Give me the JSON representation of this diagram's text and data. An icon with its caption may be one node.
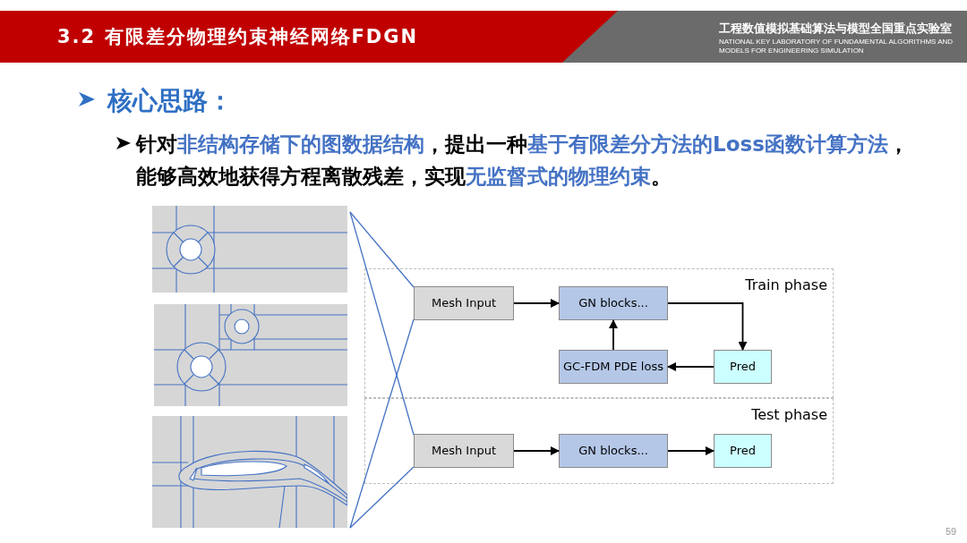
{
  "diagram": {
    "title": "3.2 有限差分物理约束神经网络FDGN",
    "nodes": [
      {
        "text": [],
        "shape": "picture"
      },
      {
        "text": [],
        "shape": "picture"
      },
      {
        "text": [],
        "shape": "picture"
      },
      {
        "text": [
          "Train phase"
        ]
      },
      {
        "text": [
          "Mesh Input"
        ],
        "in": 3
      },
      {
        "text": [
          "GN blocks..."
        ],
        "in": 3
      },
      {
        "text": [
          "GC-FDM PDE loss"
        ],
        "in": 3
      },
      {
        "text": [
          "Pred"
        ],
        "in": 3
      },
      {
        "text": [
          "Test phase"
        ]
      },
      {
        "text": [
          "Mesh Input"
        ],
        "in": 8
      },
      {
        "text": [
          "GN blocks..."
        ],
        "in": 8
      },
      {
        "text": [
          "Pred"
        ],
        "in": 8
      }
    ],
    "edges": [
      {
        "from": 4,
        "to": 5,
        "arrow": "to"
      },
      {
        "from": 5,
        "to": 7,
        "arrow": "to"
      },
      {
        "from": 7,
        "to": 6,
        "arrow": "to"
      },
      {
        "from": 6,
        "to": 5,
        "arrow": "to"
      },
      {
        "from": 9,
        "to": 10,
        "arrow": "to"
      },
      {
        "from": 10,
        "to": 11,
        "arrow": "to"
      },
      {
        "from": 0,
        "to": 4,
        "arrow": "none",
        "color": "#4472c4"
      },
      {
        "from": 0,
        "to": 9,
        "arrow": "none",
        "color": "#4472c4"
      },
      {
        "from": 2,
        "to": 4,
        "arrow": "none",
        "color": "#4472c4"
      },
      {
        "from": 2,
        "to": 9,
        "arrow": "none",
        "color": "#4472c4"
      }
    ],
    "labels": [
      "工程数值模拟基础算法与模型全国重点实验室",
      "NATIONAL KEY LABORATORY OF FUNDAMENTAL ALGORITHMS AND MODELS FOR ENGINEERING SIMULATION",
      "核心思路：",
      "针对**非结构存储下的图数据结构**，提出一种**基于有限差分方法的Loss函数计算方法**，能够高效地获得方程离散残差，实现**无监督式的物理约束**。",
      "59"
    ]
  }
}
